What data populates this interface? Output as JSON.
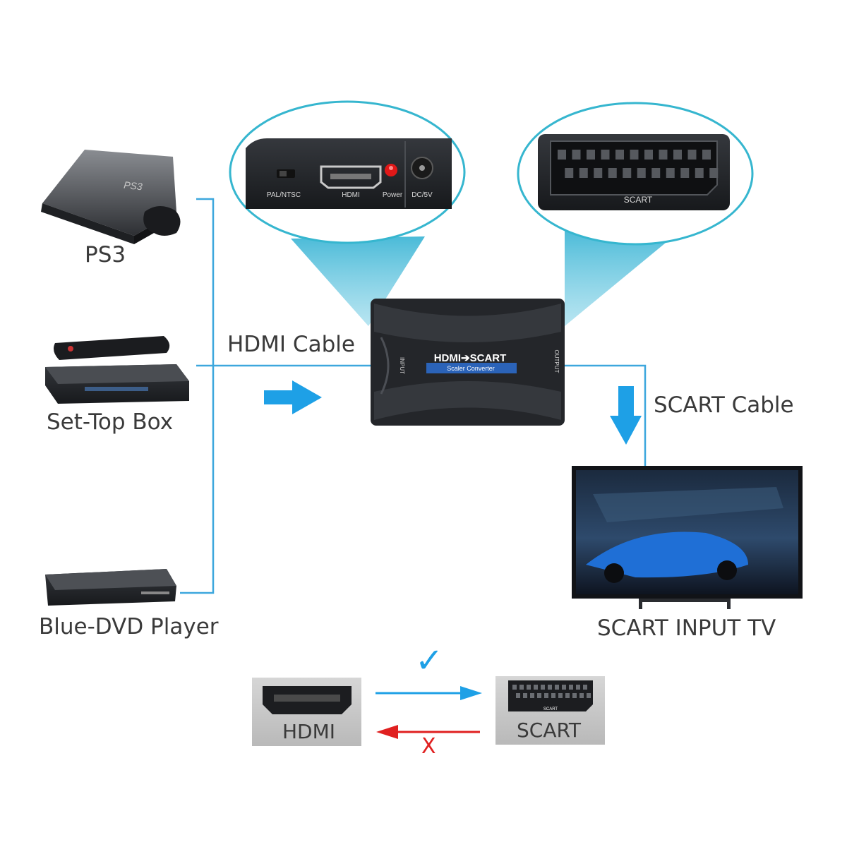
{
  "devices": {
    "ps3": {
      "label": "PS3",
      "console_text": "PS3"
    },
    "set_top_box": {
      "label": "Set-Top Box"
    },
    "bluray_player": {
      "label": "Blue-DVD Player"
    },
    "tv": {
      "label": "SCART INPUT TV"
    }
  },
  "cables": {
    "hdmi": "HDMI Cable",
    "scart": "SCART Cable"
  },
  "converter": {
    "title": "HDMI➔SCART",
    "subtitle": "Scaler Converter",
    "input_label": "INPUT",
    "output_label": "OUTPUT"
  },
  "zoom_input_panel": {
    "switch_label": "PAL/NTSC",
    "hdmi_label": "HDMI",
    "power_label": "Power",
    "dc_label": "DC/5V"
  },
  "zoom_output_panel": {
    "scart_label": "SCART"
  },
  "direction_legend": {
    "hdmi_label": "HDMI",
    "scart_label": "SCART",
    "scart_mini_label": "SCART",
    "allowed_symbol": "✓",
    "blocked_symbol": "X"
  },
  "colors": {
    "line_blue": "#3da7dd",
    "arrow_blue": "#1ea0e6",
    "callout_cyan": "#36b6cf",
    "device_dark": "#2a2c30",
    "blocked_red": "#e02020",
    "text_gray": "#3a3a3a"
  }
}
